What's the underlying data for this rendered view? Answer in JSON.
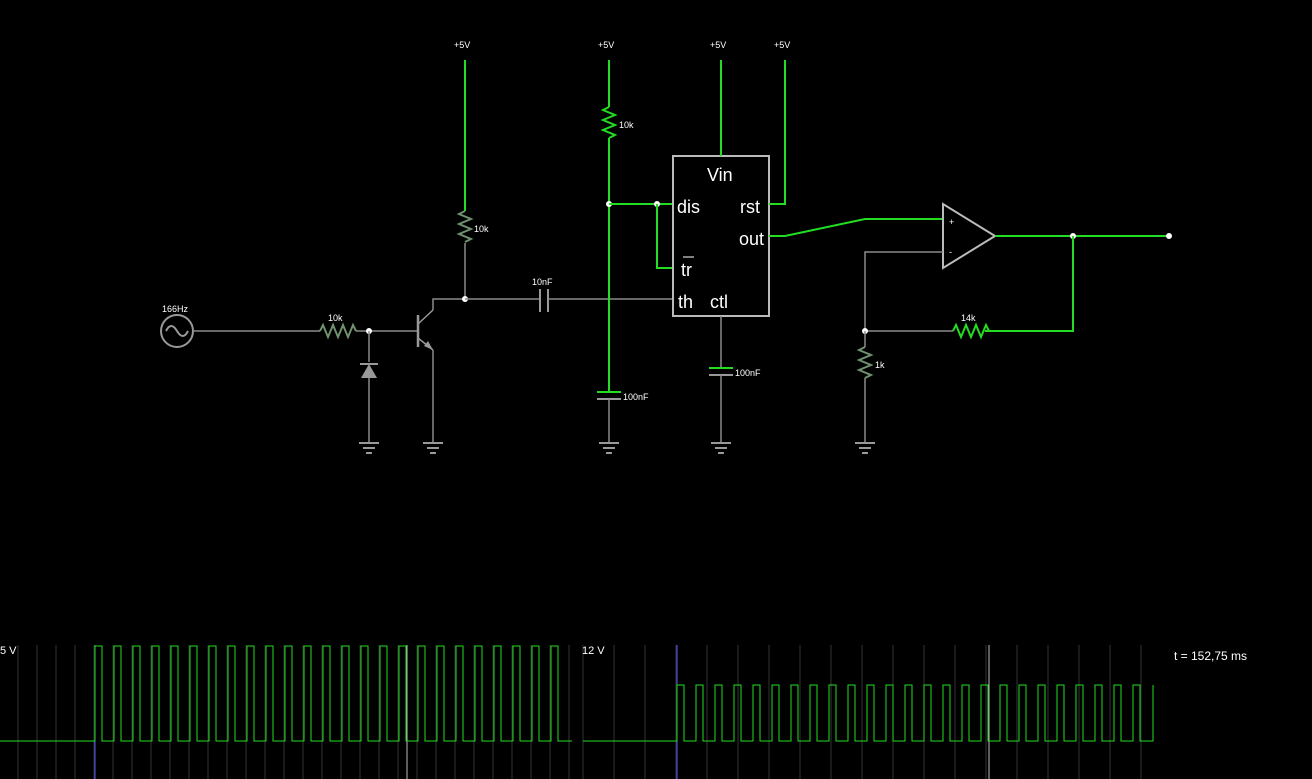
{
  "supply": {
    "label": "+5V"
  },
  "source": {
    "label": "166Hz"
  },
  "components": {
    "r_input": "10k",
    "r_collector": "10k",
    "r_pullup": "10k",
    "c_coupling": "10nF",
    "c_timing": "100nF",
    "c_ctl": "100nF",
    "r_feedback": "14k",
    "r_ground": "1k"
  },
  "timer": {
    "vin": "Vin",
    "dis": "dis",
    "rst": "rst",
    "out": "out",
    "tr": "tr",
    "th": "th",
    "ctl": "ctl"
  },
  "opamp": {
    "plus": "+",
    "minus": "-"
  },
  "scope": {
    "left_scale": "5 V",
    "right_scale": "12 V",
    "time": "t = 152,75 ms"
  },
  "colors": {
    "live": "#22dd22",
    "dead": "#8a8a8a",
    "trace": "#22dd22",
    "grid": "#333333",
    "cursor": "#5555ff"
  }
}
